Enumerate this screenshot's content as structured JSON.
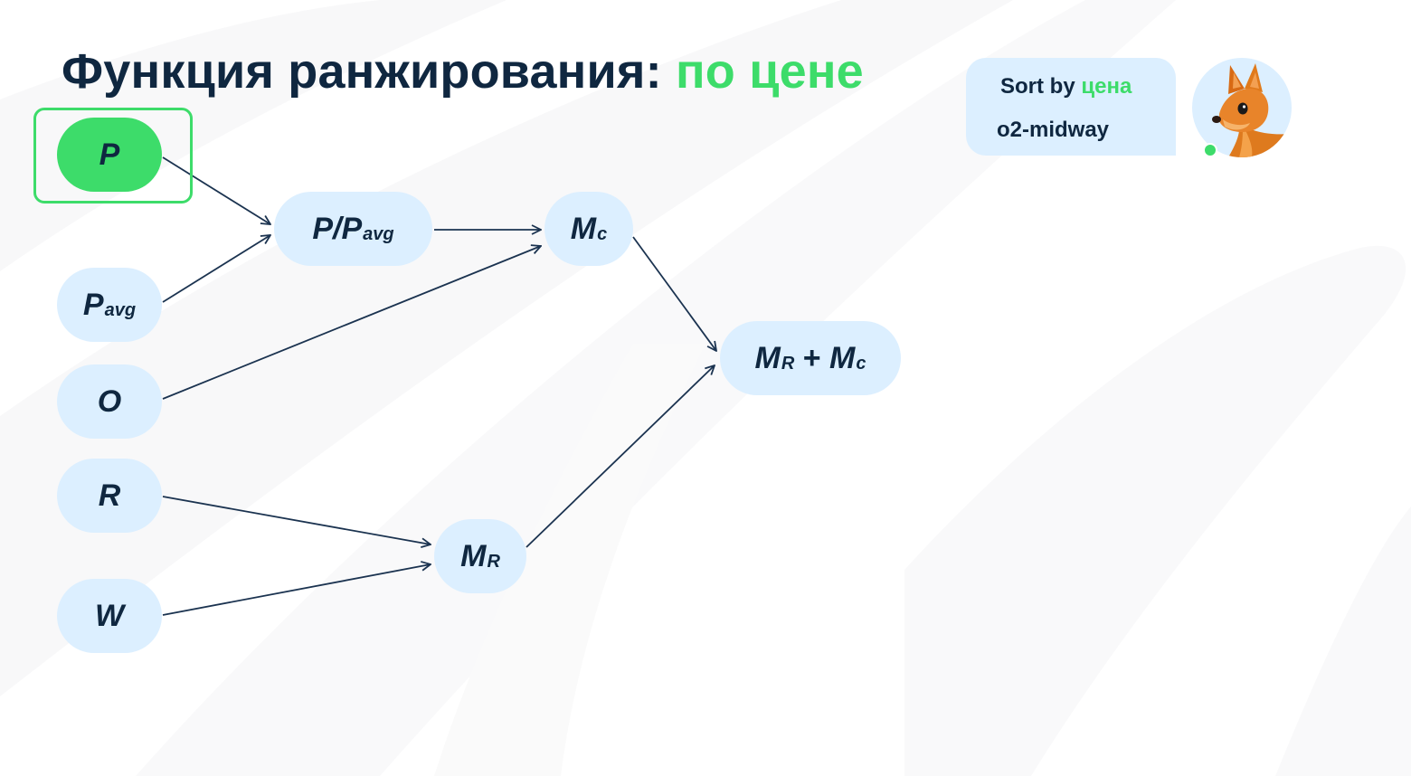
{
  "title": {
    "main": "Функция ранжирования: ",
    "accent": "по цене"
  },
  "chat": {
    "line1_prefix": "Sort by ",
    "line1_accent": "цена",
    "line2": "o2-midway",
    "avatar": "squirrel-mascot",
    "status": "online"
  },
  "colors": {
    "accent": "#3ddc6a",
    "node_fill": "#dcefff",
    "text": "#0f2740",
    "edge": "#1b3350"
  },
  "diagram": {
    "nodes": [
      {
        "id": "P",
        "main": "P",
        "sub": "",
        "highlighted": true
      },
      {
        "id": "Pavg",
        "main": "P",
        "sub": "avg",
        "highlighted": false
      },
      {
        "id": "O",
        "main": "O",
        "sub": "",
        "highlighted": false
      },
      {
        "id": "R",
        "main": "R",
        "sub": "",
        "highlighted": false
      },
      {
        "id": "W",
        "main": "W",
        "sub": "",
        "highlighted": false
      },
      {
        "id": "PdivPavg",
        "main": "P/P",
        "sub": "avg",
        "highlighted": false
      },
      {
        "id": "Mc",
        "main": "M",
        "sub": "c",
        "highlighted": false
      },
      {
        "id": "MR",
        "main": "M",
        "sub": "R",
        "highlighted": false
      },
      {
        "id": "Sum",
        "main1": "M",
        "sub1": "R",
        "plus": " + ",
        "main2": "M",
        "sub2": "c",
        "highlighted": false
      }
    ],
    "edges": [
      {
        "from": "P",
        "to": "PdivPavg"
      },
      {
        "from": "Pavg",
        "to": "PdivPavg"
      },
      {
        "from": "PdivPavg",
        "to": "Mc"
      },
      {
        "from": "O",
        "to": "Mc"
      },
      {
        "from": "R",
        "to": "MR"
      },
      {
        "from": "W",
        "to": "MR"
      },
      {
        "from": "Mc",
        "to": "Sum"
      },
      {
        "from": "MR",
        "to": "Sum"
      }
    ]
  }
}
